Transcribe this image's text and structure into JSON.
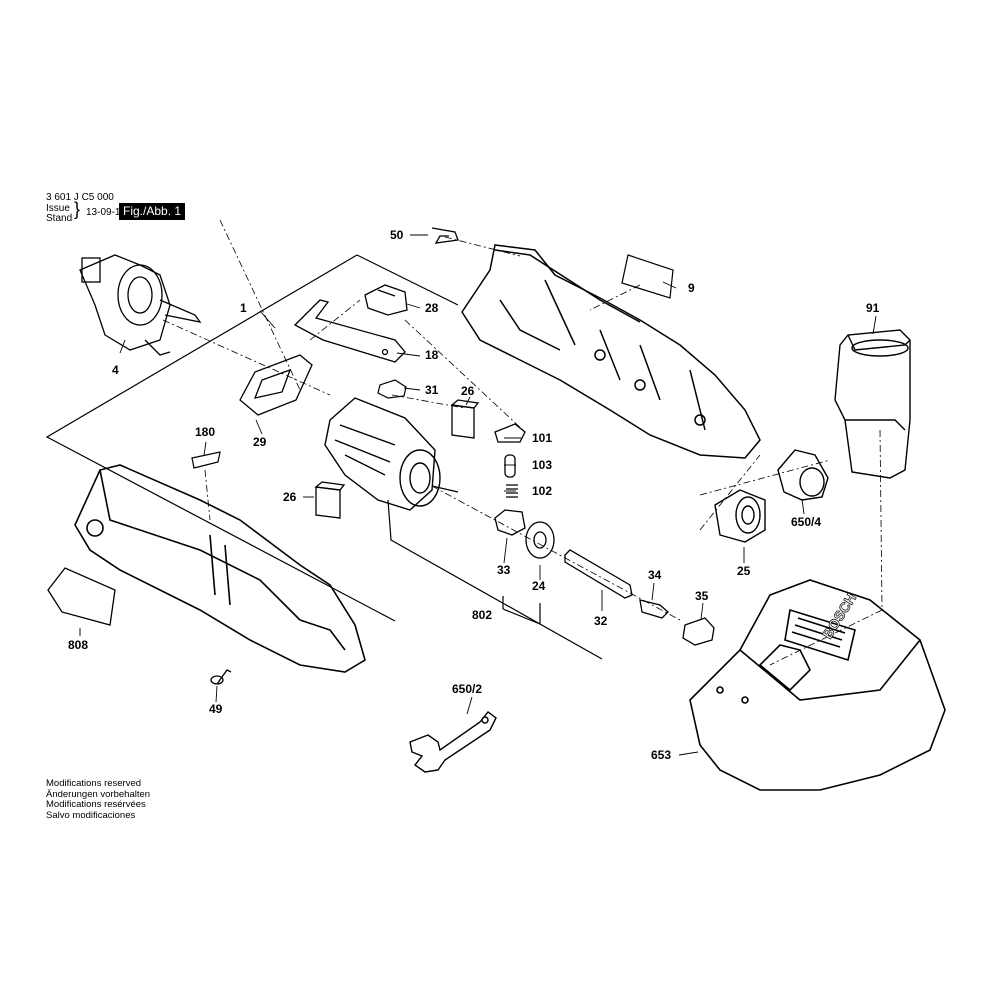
{
  "header": {
    "part_number": "3 601 J C5 000",
    "issue_label": "Issue",
    "stand_label": "Stand",
    "date": "13-09-12",
    "figure": "Fig./Abb. 1"
  },
  "footer": [
    "Modifications reserved",
    "Änderungen vorbehalten",
    "Modifications resérvées",
    "Salvo modificaciones"
  ],
  "brand_mark": "BOSCH",
  "callouts": [
    {
      "key": "50",
      "text": "50"
    },
    {
      "key": "9",
      "text": "9"
    },
    {
      "key": "28",
      "text": "28"
    },
    {
      "key": "1",
      "text": "1"
    },
    {
      "key": "91",
      "text": "91"
    },
    {
      "key": "18",
      "text": "18"
    },
    {
      "key": "4",
      "text": "4"
    },
    {
      "key": "31",
      "text": "31"
    },
    {
      "key": "26a",
      "text": "26"
    },
    {
      "key": "29",
      "text": "29"
    },
    {
      "key": "180",
      "text": "180"
    },
    {
      "key": "101",
      "text": "101"
    },
    {
      "key": "103",
      "text": "103"
    },
    {
      "key": "102",
      "text": "102"
    },
    {
      "key": "26b",
      "text": "26"
    },
    {
      "key": "650_4",
      "text": "650/4"
    },
    {
      "key": "33",
      "text": "33"
    },
    {
      "key": "24",
      "text": "24"
    },
    {
      "key": "34",
      "text": "34"
    },
    {
      "key": "25",
      "text": "25"
    },
    {
      "key": "35",
      "text": "35"
    },
    {
      "key": "802",
      "text": "802"
    },
    {
      "key": "32",
      "text": "32"
    },
    {
      "key": "808",
      "text": "808"
    },
    {
      "key": "650_2",
      "text": "650/2"
    },
    {
      "key": "49",
      "text": "49"
    },
    {
      "key": "653",
      "text": "653"
    }
  ]
}
